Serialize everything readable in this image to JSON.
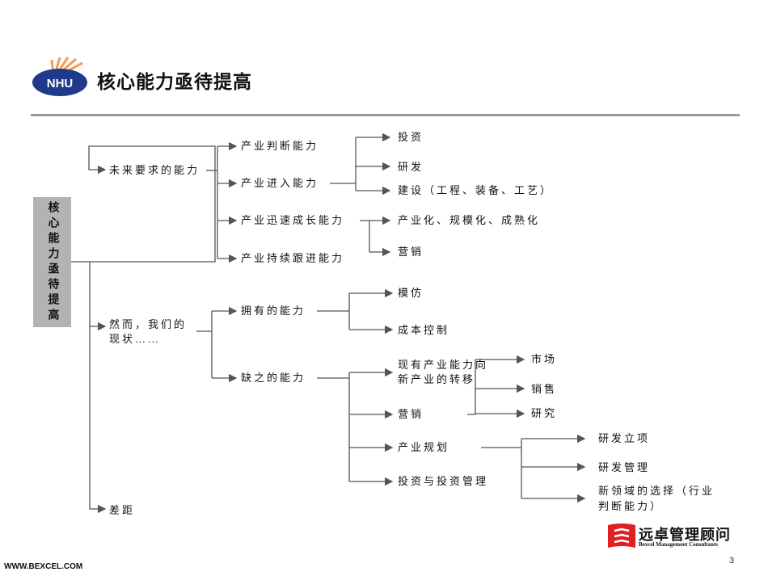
{
  "header": {
    "logo_text": "NHU",
    "title": "核心能力亟待提高"
  },
  "root": "核心能力亟待提高",
  "branches": {
    "future": {
      "label": "未来要求的能力",
      "items": [
        "产业判断能力",
        "产业进入能力",
        "产业迅速成长能力",
        "产业持续跟进能力"
      ],
      "entry_children": [
        "投资",
        "研发",
        "建设（工程、装备、工艺）"
      ],
      "growth_children": [
        "产业化、规模化、成熟化",
        "营销"
      ]
    },
    "current": {
      "label_line1": "然而，我们的",
      "label_line2": "现状……",
      "have": {
        "label": "拥有的能力",
        "children": [
          "模仿",
          "成本控制"
        ]
      },
      "lack": {
        "label": "缺之的能力",
        "children": [
          "现有产业能力向",
          "新产业的转移",
          "营销",
          "产业规划",
          "投资与投资管理"
        ],
        "transfer_children": [
          "市场",
          "销售",
          "研究"
        ],
        "planning_children": [
          "研发立项",
          "研发管理",
          "新领域的选择（行业",
          "判断能力）"
        ]
      }
    },
    "gap": {
      "label": "差距"
    }
  },
  "footer": {
    "url": "WWW.BEXCEL.COM",
    "page": "3",
    "brand_cn": "远卓管理顾问",
    "brand_en": "Bexcel Management Consultants"
  },
  "colors": {
    "line": "#555555",
    "rootbox": "#b3b3b3",
    "logo_blue": "#1f3a8a",
    "brand_red": "#e02020"
  }
}
